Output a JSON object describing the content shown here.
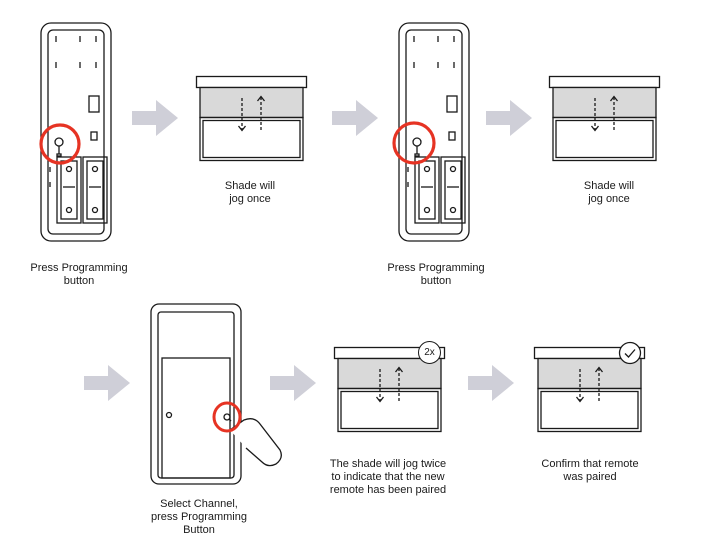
{
  "colors": {
    "line": "#1a1a1a",
    "shade": "#d9d9d9",
    "arrow": "#cfcfd8",
    "highlight": "#e63323",
    "background": "#ffffff"
  },
  "steps": [
    {
      "icon": "remote-back-panel",
      "caption": [
        "Press Programming",
        "button"
      ]
    },
    {
      "icon": "shade",
      "caption": [
        "Shade will",
        "jog once"
      ]
    },
    {
      "icon": "remote-back-panel",
      "caption": [
        "Press Programming",
        "button"
      ]
    },
    {
      "icon": "shade",
      "caption": [
        "Shade will",
        "jog once"
      ]
    },
    {
      "icon": "remote-front-door",
      "caption": [
        "Select Channel,",
        "press Programming",
        "Button"
      ]
    },
    {
      "icon": "shade",
      "badge": "2x",
      "caption": [
        "The shade will jog twice",
        "to indicate that the new",
        "remote has been paired"
      ]
    },
    {
      "icon": "shade",
      "badge_icon": "checkmark-icon",
      "caption": [
        "Confirm that remote",
        "was paired"
      ]
    }
  ]
}
